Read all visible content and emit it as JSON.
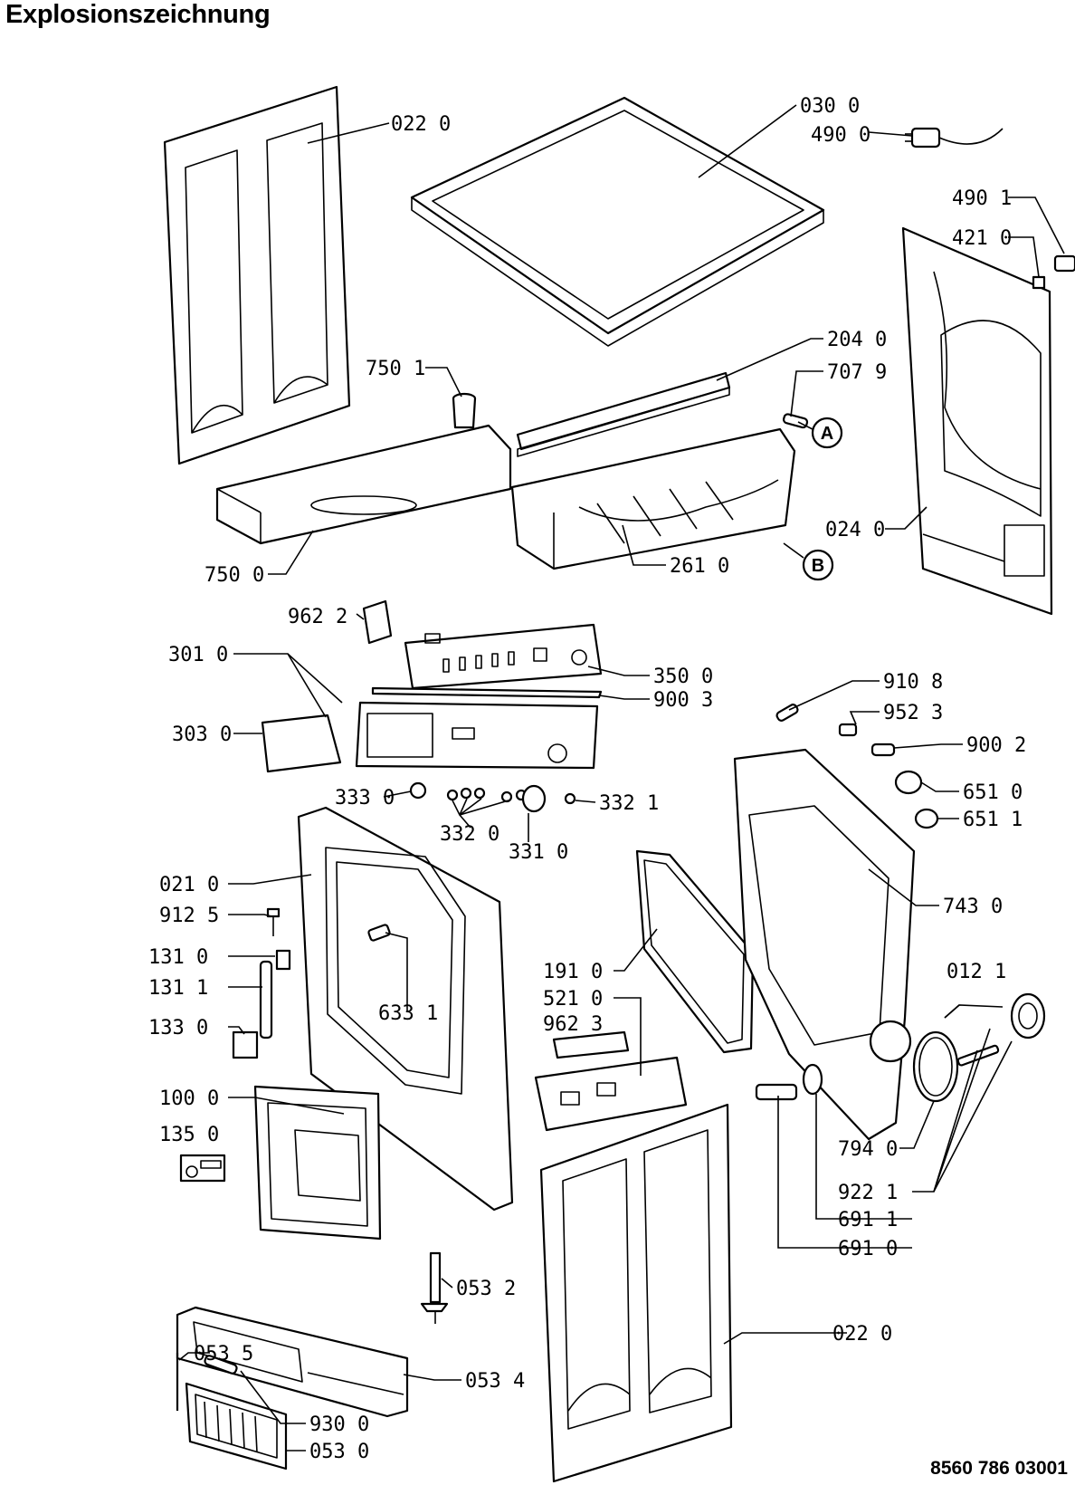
{
  "title": "Explosionszeichnung",
  "document_code": "8560 786 03001",
  "part_labels": {
    "p022_top": "022 0",
    "p030": "030 0",
    "p490_0": "490 0",
    "p490_1": "490 1",
    "p421": "421 0",
    "p204": "204 0",
    "p7079": "707 9",
    "p750_1": "750 1",
    "p750_0": "750 0",
    "p261": "261 0",
    "p024": "024 0",
    "p962_2": "962 2",
    "p301": "301 0",
    "p350": "350 0",
    "p900_3": "900 3",
    "p303": "303 0",
    "p910_8": "910 8",
    "p952_3": "952 3",
    "p900_2": "900 2",
    "p651_0": "651 0",
    "p651_1": "651 1",
    "p333": "333 0",
    "p332_1": "332 1",
    "p332_0": "332 0",
    "p331": "331 0",
    "p021": "021 0",
    "p912": "912 5",
    "p743": "743 0",
    "p131_0": "131 0",
    "p131_1": "131 1",
    "p633": "633 1",
    "p191": "191 0",
    "p521": "521 0",
    "p962_3": "962 3",
    "p012": "012 1",
    "p133": "133 0",
    "p100": "100 0",
    "p135": "135 0",
    "p794": "794 0",
    "p922": "922 1",
    "p691_1": "691 1",
    "p691_0": "691 0",
    "p053_2": "053 2",
    "p022_bottom": "022 0",
    "p053_5": "053 5",
    "p053_4": "053 4",
    "p930": "930 0",
    "p053_0": "053 0"
  },
  "callouts": {
    "A": "A",
    "B": "B"
  }
}
